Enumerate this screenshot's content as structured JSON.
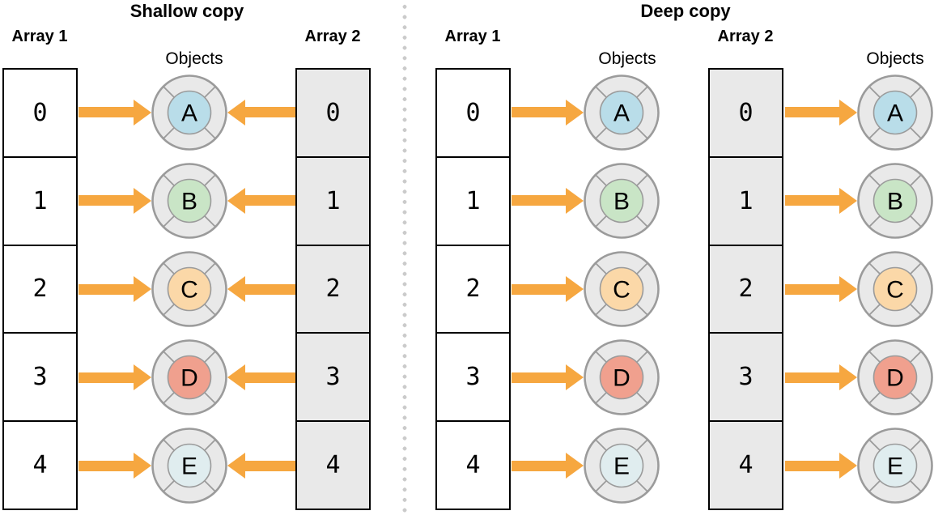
{
  "sections": [
    {
      "title": "Shallow copy",
      "arrays": [
        {
          "label": "Array 1",
          "shaded": false,
          "indices": [
            "0",
            "1",
            "2",
            "3",
            "4"
          ]
        },
        {
          "label": "Array 2",
          "shaded": true,
          "indices": [
            "0",
            "1",
            "2",
            "3",
            "4"
          ]
        }
      ],
      "object_columns": [
        {
          "label": "Objects",
          "objects": [
            {
              "letter": "A"
            },
            {
              "letter": "B"
            },
            {
              "letter": "C"
            },
            {
              "letter": "D"
            },
            {
              "letter": "E"
            }
          ]
        }
      ]
    },
    {
      "title": "Deep copy",
      "arrays": [
        {
          "label": "Array 1",
          "shaded": false,
          "indices": [
            "0",
            "1",
            "2",
            "3",
            "4"
          ]
        },
        {
          "label": "Array 2",
          "shaded": true,
          "indices": [
            "0",
            "1",
            "2",
            "3",
            "4"
          ]
        }
      ],
      "object_columns": [
        {
          "label": "Objects",
          "objects": [
            {
              "letter": "A"
            },
            {
              "letter": "B"
            },
            {
              "letter": "C"
            },
            {
              "letter": "D"
            },
            {
              "letter": "E"
            }
          ]
        },
        {
          "label": "Objects",
          "objects": [
            {
              "letter": "A"
            },
            {
              "letter": "B"
            },
            {
              "letter": "C"
            },
            {
              "letter": "D"
            },
            {
              "letter": "E"
            }
          ]
        }
      ]
    }
  ],
  "object_colors": {
    "A": "#B9DDE9",
    "B": "#C9E5C6",
    "C": "#FBD8A8",
    "D": "#F0A08E",
    "E": "#E0EDEF"
  },
  "colors": {
    "arrow": "#F6A740",
    "shaded_cell": "#E9E9E9",
    "plain_cell": "#FFFFFF",
    "object_outer_fill": "#E9E9E9",
    "object_stroke": "#9B9B9B",
    "cell_border": "#000000",
    "divider_dot": "#CBCBCB",
    "text": "#000000"
  }
}
